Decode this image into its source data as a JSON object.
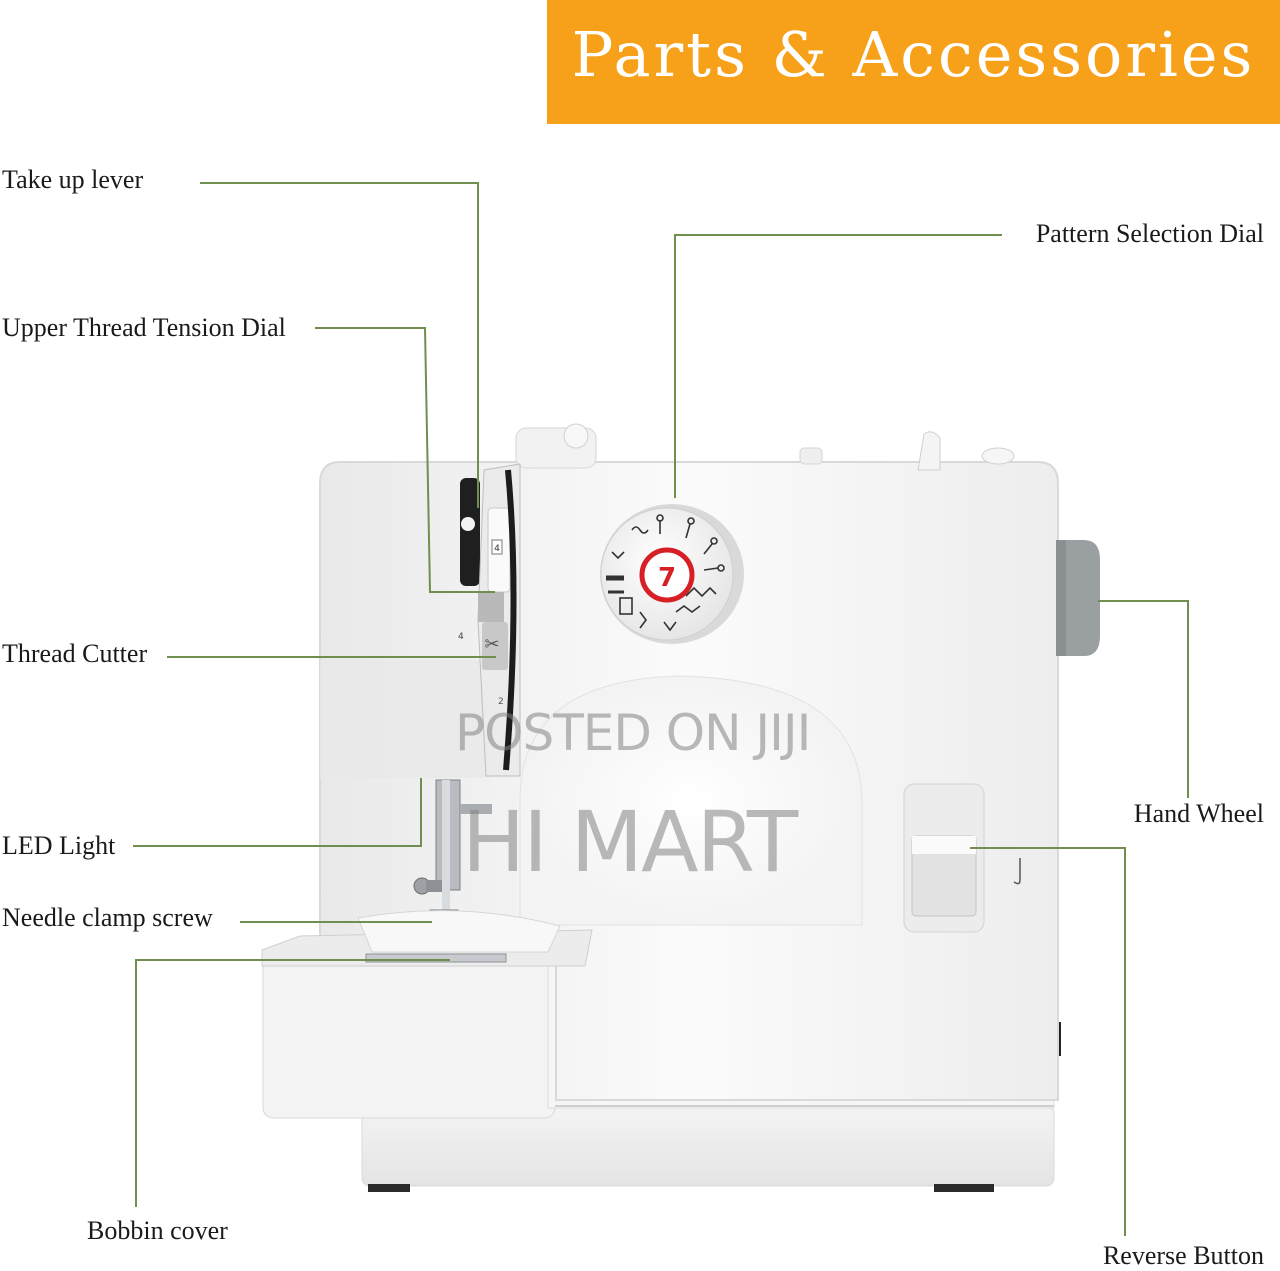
{
  "banner": {
    "title": "Parts & Accessories",
    "color": "#f7a11a"
  },
  "labels": {
    "take_up_lever": "Take up lever",
    "upper_thread_tension_dial": "Upper Thread Tension Dial",
    "thread_cutter": "Thread Cutter",
    "led_light": "LED Light",
    "needle_clamp_screw": "Needle clamp screw",
    "bobbin_cover": "Bobbin cover",
    "pattern_selection_dial": "Pattern Selection Dial",
    "hand_wheel": "Hand Wheel",
    "reverse_button": "Reverse Button"
  },
  "machine": {
    "dial_number": "7",
    "tension_mark": "4",
    "slot_mark_1": "4",
    "slot_mark_2": "2"
  },
  "watermark": {
    "line1": "POSTED ON JIJI",
    "line2": "HI MART"
  },
  "colors": {
    "leader_line": "#6e8f4e",
    "body": "#f2f2f2",
    "hand_wheel": "#9a9fa2",
    "dial_accent": "#d71f26"
  }
}
